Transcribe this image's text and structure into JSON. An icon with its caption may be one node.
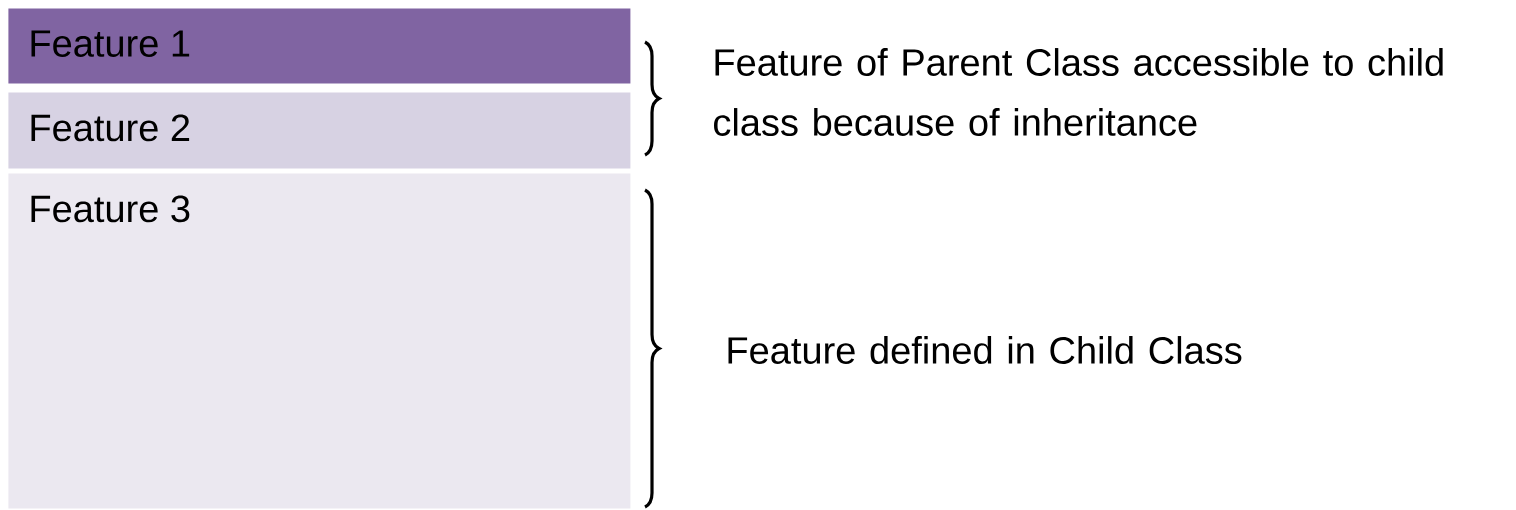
{
  "diagram": {
    "nodes": [
      {
        "text": [
          "Feature 1"
        ]
      },
      {
        "text": [
          "Feature 2"
        ]
      },
      {
        "text": [
          "Feature 3"
        ]
      }
    ],
    "labels": [
      "Feature of Parent Class accessible to child class because of inheritance",
      "Feature defined in Child Class"
    ]
  }
}
